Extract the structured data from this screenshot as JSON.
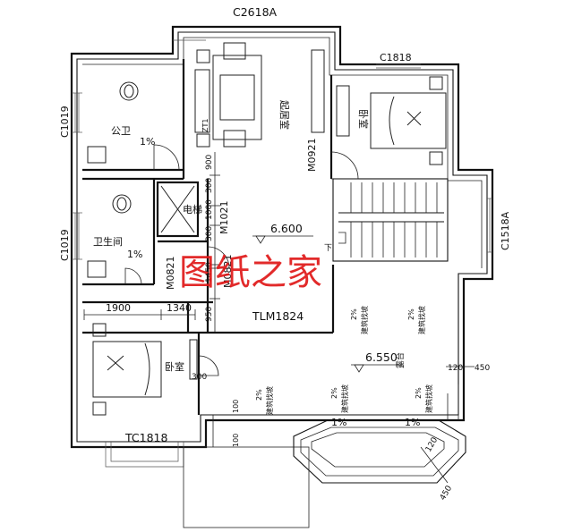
{
  "window_labels": {
    "top": "C2618A",
    "bed_top": "C1818",
    "left_upper": "C1019",
    "left_lower": "C1019",
    "right": "C1518A",
    "bottom": "TC1818",
    "sliding_door": "TLM1824"
  },
  "rooms": {
    "public_bath": "公卫",
    "bathroom": "卫生间",
    "elevator": "电梯",
    "living": "起居室",
    "bedroom_right": "卧室",
    "bedroom_left": "卧室",
    "terrace": "露台"
  },
  "doors": {
    "m0921": "M0921",
    "m1021": "M1021",
    "m0821_a": "M0821",
    "m0821_b": "M0821"
  },
  "levels": {
    "main": "6.600",
    "terrace": "6.550",
    "down": "下"
  },
  "slopes": {
    "pct": "1%",
    "pct2": "2%",
    "note": "建筑找坡"
  },
  "dims": {
    "d1900": "1900",
    "d1340": "1340",
    "d900": "900",
    "d300": "300",
    "d1000": "1000",
    "d1450": "1450",
    "d950": "950",
    "d120": "120",
    "d450": "450",
    "d100": "100",
    "zt": "ZT1"
  },
  "watermark": "图纸之家"
}
